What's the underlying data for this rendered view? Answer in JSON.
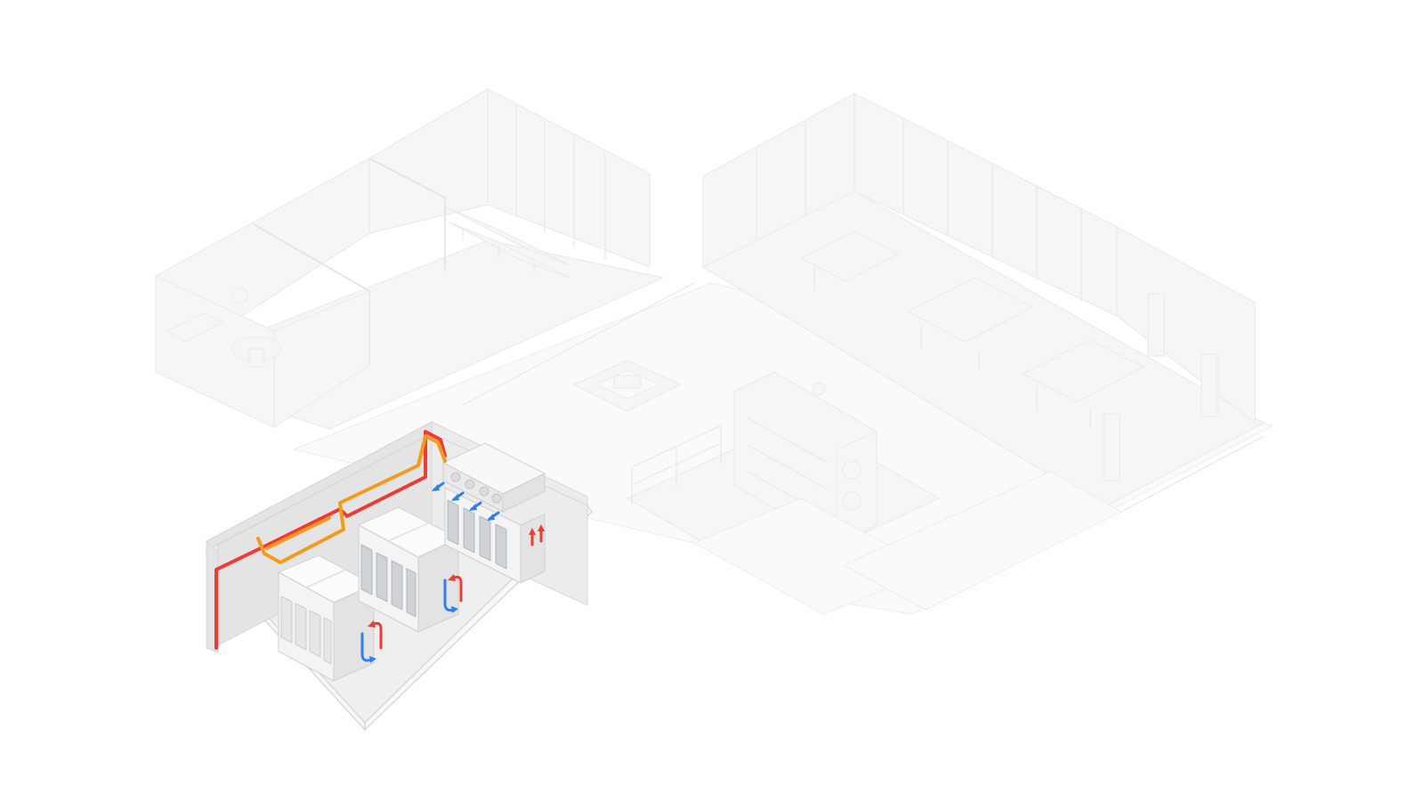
{
  "scene": {
    "background": "#ffffff",
    "colors": {
      "hot_pipe": "#ee3b33",
      "warm_pipe": "#f29b1d",
      "cold_airflow": "#2f80ed",
      "highlight_room": "#efefef",
      "ghost_building": "#f6f6f6"
    },
    "highlighted_area": {
      "name": "server-room",
      "rack_groups": 3,
      "ceiling_cooling_units": 1,
      "airflow_loops": 2
    },
    "ghosted_areas": [
      "office-rooms",
      "open-office",
      "lobby",
      "equipment-area",
      "floor-tile"
    ]
  }
}
